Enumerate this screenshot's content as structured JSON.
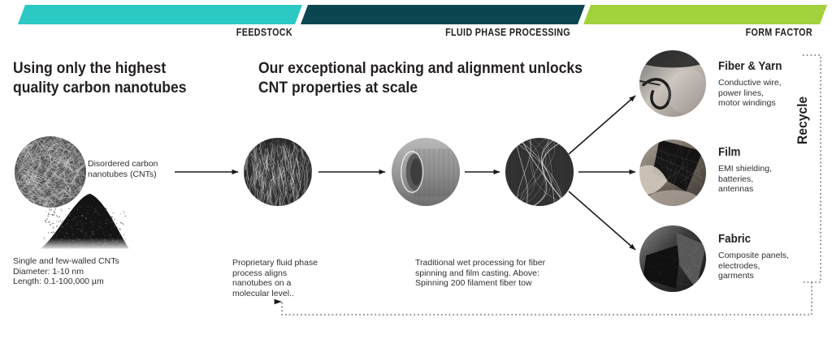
{
  "banner": {
    "stages": [
      {
        "key": "feedstock",
        "label": "FEEDSTOCK",
        "color": "#2BC9C4"
      },
      {
        "key": "fluid_phase_processing",
        "label": "FLUID PHASE PROCESSING",
        "color": "#0B4650"
      },
      {
        "key": "form_factor",
        "label": "FORM FACTOR",
        "color": "#A2D23C"
      }
    ]
  },
  "headlines": {
    "left": "Using only the highest\nquality carbon nanotubes",
    "middle": "Our exceptional packing and alignment unlocks\nCNT properties at scale"
  },
  "captions": {
    "disordered": "Disordered carbon\nnanotubes (CNTs)",
    "cnt_specs": "Single and few-walled CNTs\nDiameter: 1-10  nm\nLength: 0.1-100,000 µm",
    "fluid_process": "Proprietary fluid phase\nprocess aligns\nnanotubes on a\nmolecular level..",
    "wet_processing": "Traditional wet processing for fiber\nspinning and film casting. Above:\nSpinning 200 filament fiber tow"
  },
  "nodes": [
    {
      "name": "cnt-material-micrograph",
      "texture": "fibers"
    },
    {
      "name": "aligned-cnt-micrograph",
      "texture": "aligned"
    },
    {
      "name": "spinneret-photo",
      "texture": "spinneret"
    },
    {
      "name": "fiber-tow-photo",
      "texture": "tow"
    }
  ],
  "form_factors": [
    {
      "key": "fiber_yarn",
      "title": "Fiber & Yarn",
      "description": "Conductive wire,\npower lines,\nmotor windings",
      "texture": "yarn"
    },
    {
      "key": "film",
      "title": "Film",
      "description": "EMI shielding,\nbatteries,\nantennas",
      "texture": "film"
    },
    {
      "key": "fabric",
      "title": "Fabric",
      "description": "Composite panels,\nelectrodes,\ngarments",
      "texture": "fabric"
    }
  ],
  "recycle": {
    "label": "Recycle",
    "line_style": "dotted"
  },
  "colors": {
    "teal": "#2BC9C4",
    "navy": "#0B4650",
    "green": "#A2D23C",
    "text": "#231f20",
    "caption": "#2f2f2f",
    "arrow": "#1a1a1a"
  }
}
